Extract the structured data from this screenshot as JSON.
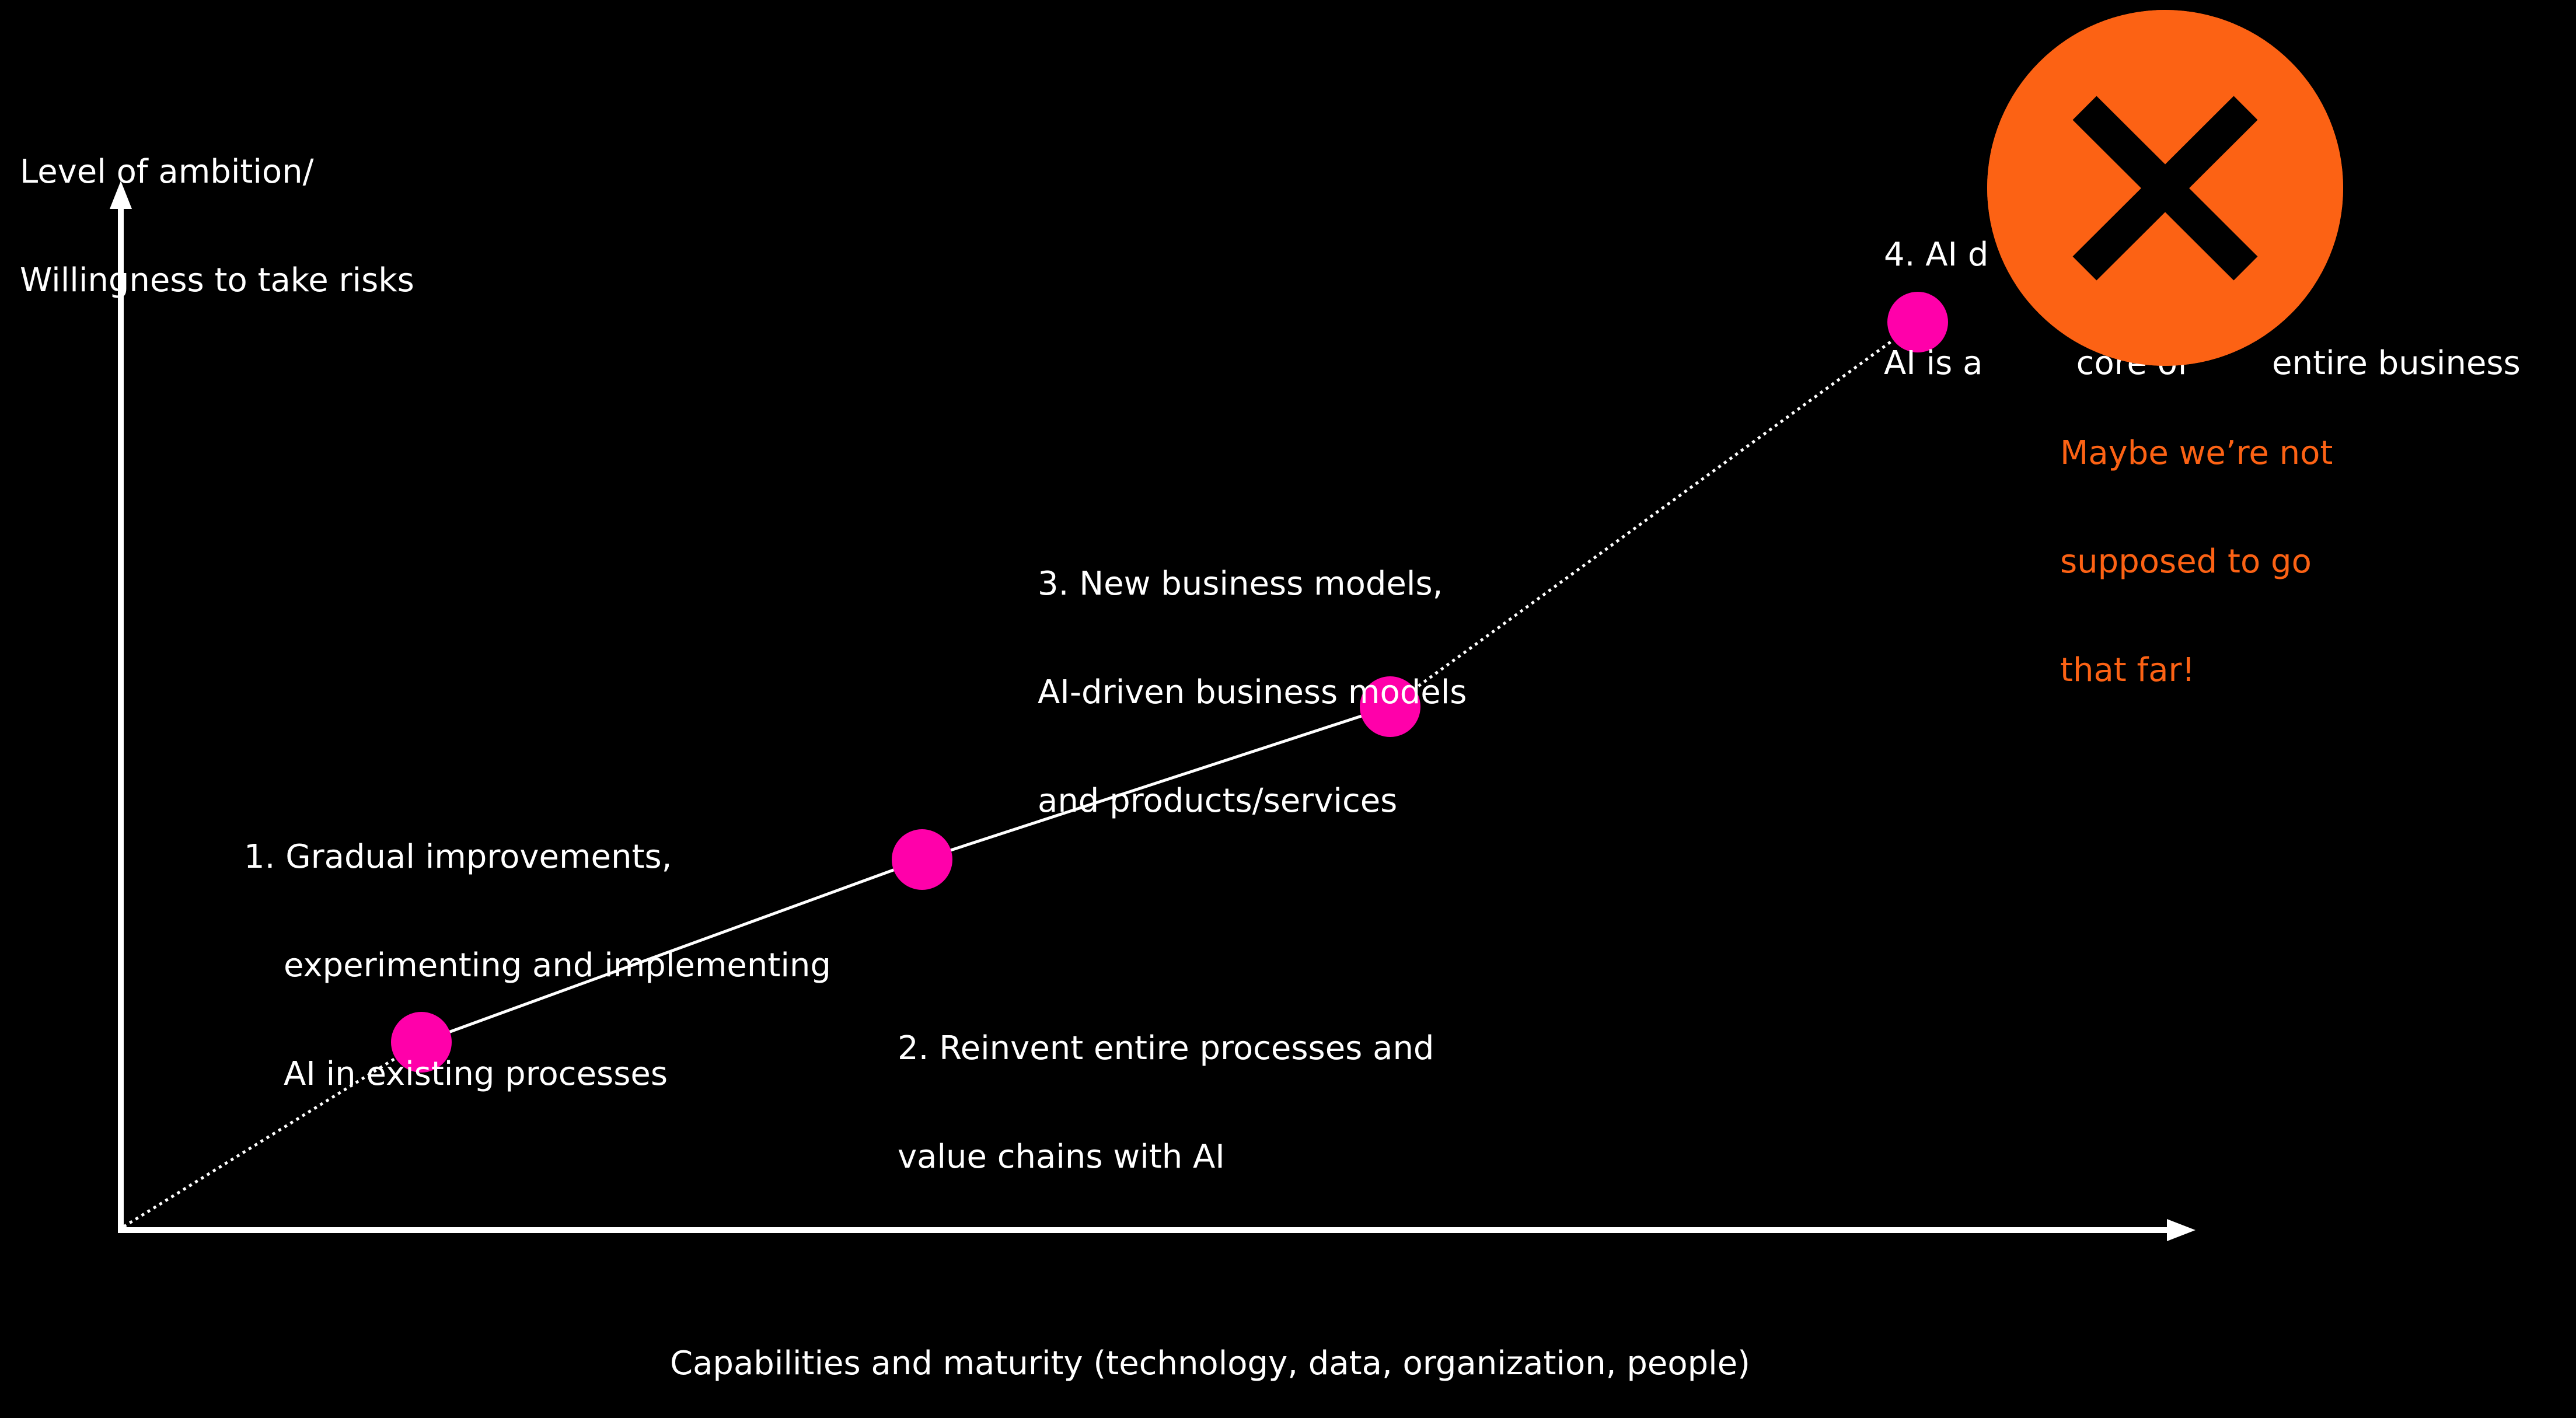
{
  "colors": {
    "background": "#000000",
    "axis": "#ffffff",
    "text": "#ffffff",
    "stage_marker": "#ff00aa",
    "warning": "#fc6214",
    "warning_icon_cross": "#000000"
  },
  "axes": {
    "y_label_lines": [
      "Level of ambition/",
      "Willingness to take risks"
    ],
    "x_label": "Capabilities and maturity (technology, data, organization, people)"
  },
  "stages": [
    {
      "number": "1.",
      "lines": [
        "Gradual improvements,",
        "experimenting and implementing",
        "AI in existing processes"
      ]
    },
    {
      "number": "2.",
      "lines": [
        "Reinvent entire processes and",
        "value chains with AI"
      ]
    },
    {
      "number": "3.",
      "lines": [
        "New business models,",
        "AI-driven business models",
        "and products/services"
      ]
    },
    {
      "number": "4.",
      "lines": [
        "AI d                organi",
        "AI is a         core of        entire business"
      ]
    }
  ],
  "warning": {
    "icon": "x-mark-circle-icon",
    "lines": [
      "Maybe we’re not",
      "supposed to go",
      "that far!"
    ]
  }
}
